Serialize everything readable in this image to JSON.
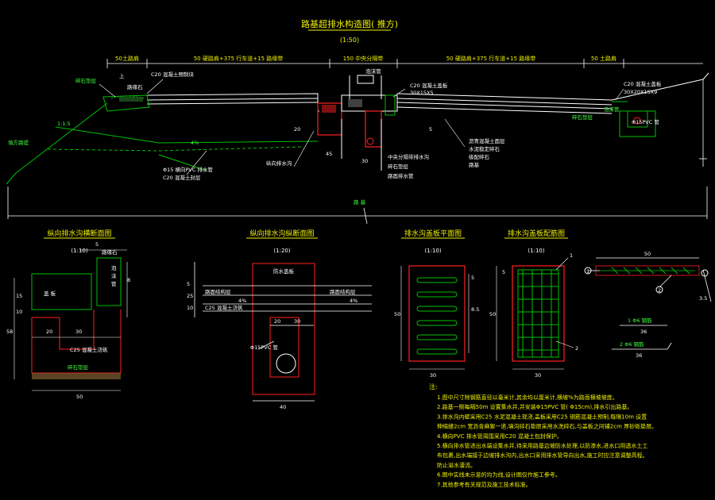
{
  "colors": {
    "background": "#000000",
    "line_white": "#ffffff",
    "line_green": "#00c000",
    "line_red": "#ff2020",
    "line_yellow": "#e8e800",
    "line_cyan": "#00d8d8",
    "text_yellow": "#f0f000",
    "text_green": "#40ff40"
  },
  "main": {
    "title": "路基超排水构造图( 推方)",
    "scale": "(1:50)",
    "dims": {
      "slope_left": "50土路肩",
      "lane_left": "50 硬路肩+375 行车道+15 路缘带",
      "median": "150 中央分隔带",
      "lane_right": "50 硬路肩+375 行车道+15 路缘带",
      "slope_right": "50 土路肩"
    },
    "labels": {
      "lbl_median_top1": "泡沫管",
      "lbl_median_top2": "C20 混凝土盖板",
      "lbl_median_top3": "30X15X5",
      "lbl_left_1": "碎石垫层",
      "lbl_left_2": "C20 混凝土预制块",
      "lbl_left_3": "上",
      "lbl_left_4": "路缘石",
      "lbl_slope": "1:1.5",
      "lbl_fill": "填方路堤",
      "lbl_pvc": "Φ15 横向PVC 排水管",
      "lbl_c20": "C20 混凝土封层",
      "lbl_pct": "4%",
      "lbl_ditch": "纵向排水沟",
      "lbl_mid1": "中央分隔带排水沟",
      "lbl_mid2": "碎石垫层",
      "lbl_mid3": "路面排水管",
      "lbl_right_1": "C20 混凝土盖板",
      "lbl_right_2": "30X20X15X9",
      "lbl_right_3": "泡沫管",
      "lbl_right_4": "Φ15PVC 管",
      "lbl_right_5": "碎石垫层",
      "lbl_r_note1": "沥青混凝土面层",
      "lbl_r_note2": "水泥稳定碎石",
      "lbl_r_note3": "级配碎石",
      "lbl_r_note4": "路基",
      "lbl_road": "路  基",
      "dim_45": "45",
      "dim_30": "30",
      "dim_20": "20",
      "dim_5": "5"
    }
  },
  "section1": {
    "title": "纵向排水沟横断面图",
    "scale": "(1:10)",
    "label_top": "路缘石",
    "label_block": "盖  板",
    "label_right1": "泡",
    "label_right2": "沫",
    "label_right3": "管",
    "label_c25": "C25 混凝土浇筑",
    "label_base": "碎石垫层",
    "dim_50": "50",
    "dim_58": "58",
    "dim_5": "5",
    "dim_20": "20",
    "dim_15": "15",
    "dim_10": "10",
    "dim_30": "30",
    "dim_8": "8"
  },
  "section2": {
    "title": "纵向排水沟纵断面图",
    "scale": "(1:20)",
    "label_cover": "防水盖板",
    "label_l1": "路面结构层",
    "label_l2": "C25 混凝土浇筑",
    "label_r1": "路面结构层",
    "label_pct_l": "4%",
    "label_pct_r": "4%",
    "label_pipe": "Φ15PVC 管",
    "dim_20": "20",
    "dim_30": "30",
    "dim_25": "25",
    "dim_5": "5",
    "dim_40": "40",
    "dim_10": "10"
  },
  "section3": {
    "title": "排水沟盖板平面图",
    "scale": "(1:10)",
    "dim_50": "50",
    "dim_30": "30",
    "dim_85": "8.5",
    "dim_5": "5"
  },
  "section4": {
    "title": "排水沟盖板配筋图",
    "scale": "(1:10)",
    "dim_30": "30",
    "dim_50": "50",
    "dim_5": "5",
    "callout1": "1",
    "callout2": "2"
  },
  "section5": {
    "dim_50": "50",
    "dim_36": "36",
    "dim_35": "3.5",
    "callout1": "1",
    "callout2": "2",
    "label_bar1": "1 Φ6 钢筋",
    "label_bar2": "2 Φ6 钢筋",
    "dim_ribs": "36"
  },
  "notes": {
    "head": "注:",
    "items": [
      "1.图中尺寸除钢筋直径以毫米计,其余均以厘米计,横坡%为路面横坡坡度。",
      "2.路基一侧每隔50m 设置集水井,并安装Φ15PVC 管( Φ15cm),排水引出路基。",
      "3.排水沟内壁采用C25 水泥混凝土现浇,盖板采用C25 钢筋混凝土预制,每隔10m 设置",
      "   伸缩缝2cm 宽沥青麻絮一道,填沟碎石垫层采用水洗碎石,与盖板之间铺2cm 厚砂砾垫层。",
      "4.横向PVC 排水管周围采用C20 混凝土包封保护。",
      "5.横向排水管进出水端设集水井,待采用路基边坡防水处理,以防渗水,进水口用透水土工",
      "   布包裹,出水端接于边坡排水沟内,出水口采用排水管导向出水,施工时应注意调整高程。",
      "   防止溢水漫流。",
      "6.图中实线未示意的均为线,设计图仅作施工参考。",
      "7.其他参考有关规范及施工技术标准。"
    ]
  }
}
